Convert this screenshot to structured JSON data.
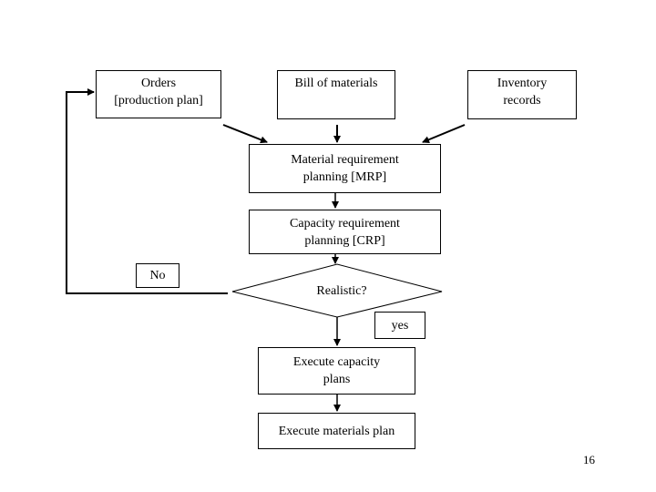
{
  "nodes": {
    "orders": "Orders\n[production plan]",
    "bom": "Bill of materials",
    "inventory": "Inventory\nrecords",
    "mrp": "Material requirement\nplanning [MRP]",
    "crp": "Capacity requirement\nplanning [CRP]",
    "decision": "Realistic?",
    "no": "No",
    "yes": "yes",
    "capacity_plans": "Execute capacity\nplans",
    "materials_plan": "Execute materials plan"
  },
  "page_number": "16"
}
